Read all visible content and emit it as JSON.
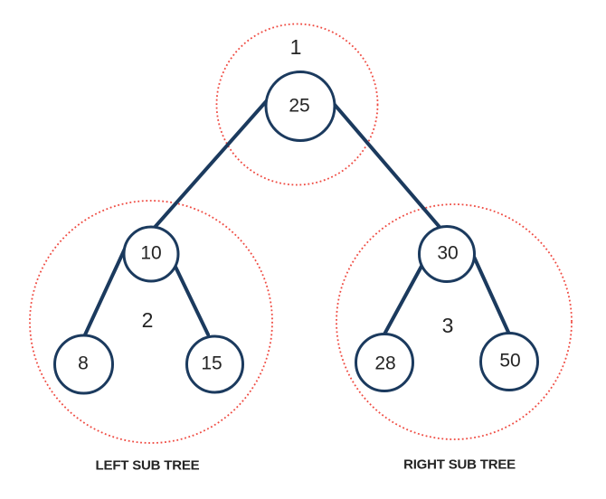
{
  "figure": {
    "type": "binary-search-tree-diagram",
    "background": "#ffffff",
    "colors": {
      "node_outline": "#1b3a5e",
      "edge": "#1b3a5e",
      "group_ring": "#ef4a41",
      "text": "#242424",
      "node_fill": "#ffffff"
    },
    "nodes": {
      "root": {
        "value": "25"
      },
      "left": {
        "value": "10"
      },
      "left_left": {
        "value": "8"
      },
      "left_right": {
        "value": "15"
      },
      "right": {
        "value": "30"
      },
      "right_left": {
        "value": "28"
      },
      "right_right": {
        "value": "50"
      }
    },
    "groups": {
      "root": {
        "number": "1"
      },
      "left": {
        "number": "2",
        "caption": "LEFT SUB TREE"
      },
      "right": {
        "number": "3",
        "caption": "RIGHT SUB TREE"
      }
    }
  }
}
